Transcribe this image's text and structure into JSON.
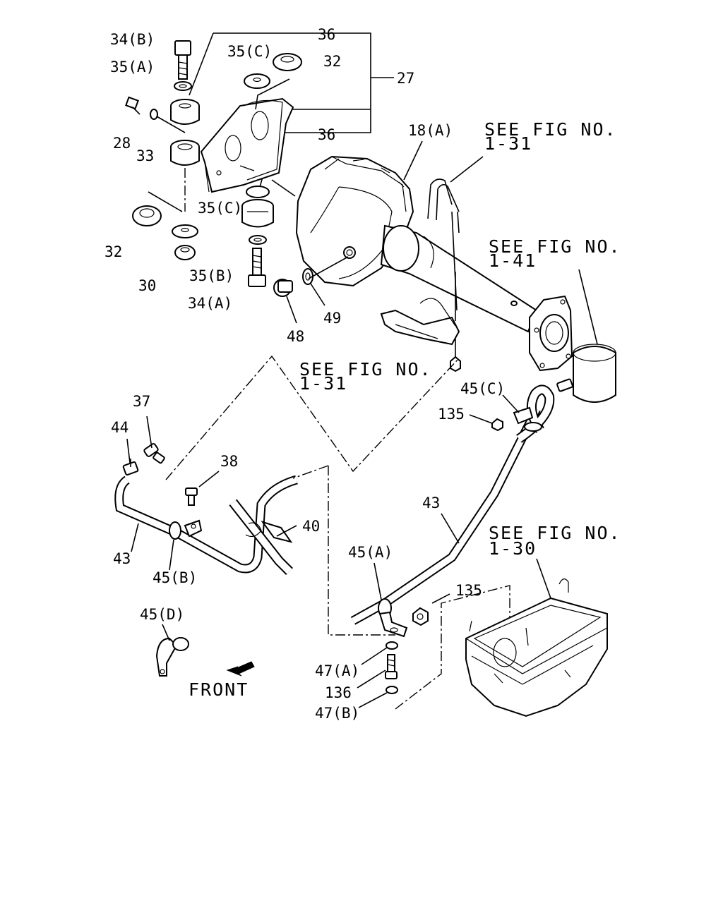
{
  "labels": {
    "p34b": "34(B)",
    "p35a": "35(A)",
    "p36a": "36",
    "p36b": "36",
    "p35c_top": "35(C)",
    "p32_top": "32",
    "p27": "27",
    "p28": "28",
    "p33": "33",
    "p32_left": "32",
    "p35c_mid": "35(C)",
    "p30": "30",
    "p35b": "35(B)",
    "p34a": "34(A)",
    "p48": "48",
    "p49": "49",
    "p18a": "18(A)",
    "p37": "37",
    "p44": "44",
    "p38": "38",
    "p40": "40",
    "p43_left": "43",
    "p45b": "45(B)",
    "p45c": "45(C)",
    "p135_top": "135",
    "p43_mid": "43",
    "p45a": "45(A)",
    "p135_mid": "135",
    "p45d": "45(D)",
    "p47a": "47(A)",
    "p136": "136",
    "p47b": "47(B)",
    "front": "FRONT"
  },
  "refs": {
    "fig_1_31_top_l1": "SEE FIG NO.",
    "fig_1_31_top_l2": "1-31",
    "fig_1_41_l1": "SEE FIG NO.",
    "fig_1_41_l2": "1-41",
    "fig_1_31_mid_l1": "SEE FIG NO.",
    "fig_1_31_mid_l2": "1-31",
    "fig_1_30_l1": "SEE FIG NO.",
    "fig_1_30_l2": "1-30"
  }
}
